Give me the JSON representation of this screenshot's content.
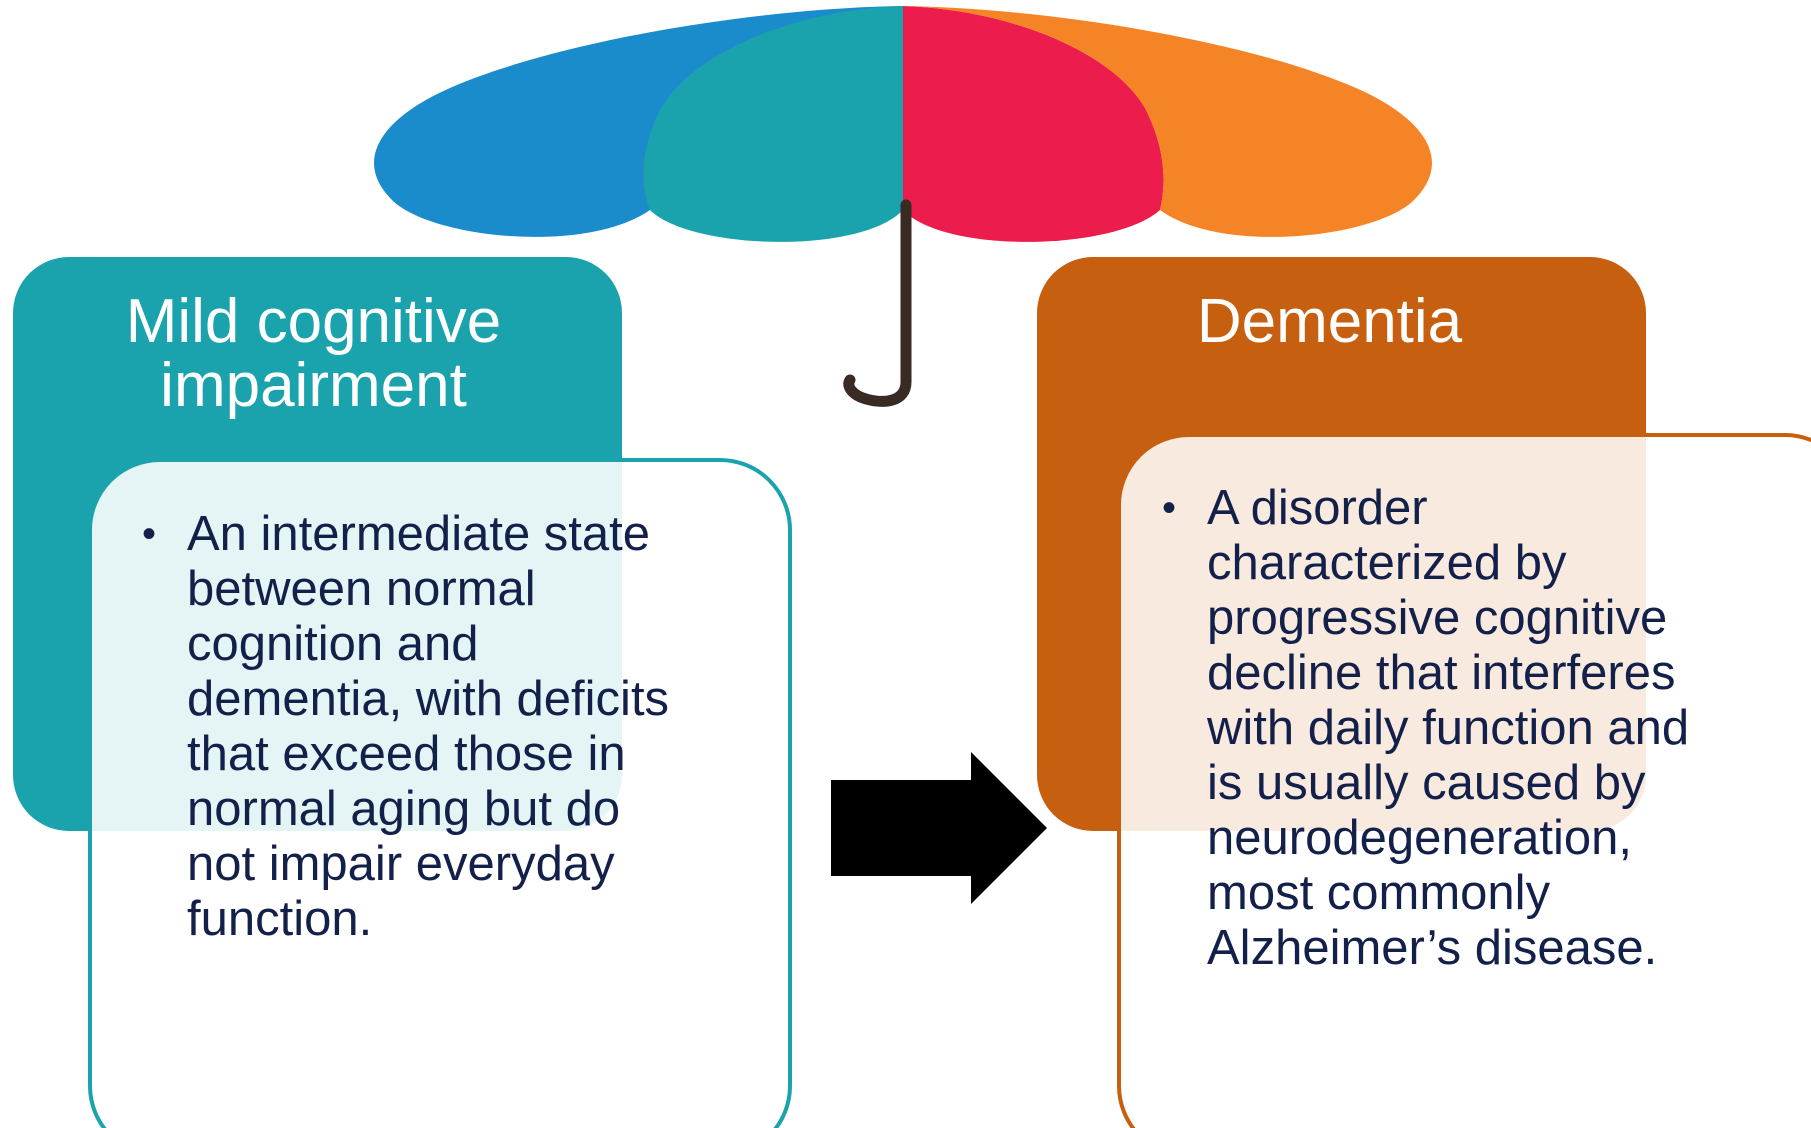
{
  "diagram": {
    "left_card": {
      "title": "Mild cognitive\nimpairment",
      "bullet_marker": "•",
      "bullet": "An intermediate state\nbetween normal\ncognition and\ndementia, with deficits\nthat exceed those in\nnormal aging but do\nnot impair everyday\nfunction.",
      "header_color": "#1aa3ac"
    },
    "right_card": {
      "title": "Dementia",
      "bullet_marker": "•",
      "bullet": " A disorder\ncharacterized by\nprogressive cognitive\ndecline that interferes\nwith daily function and\nis usually caused by\nneurodegeneration,\nmost commonly\nAlzheimer’s disease.",
      "header_color": "#c65f0f"
    },
    "umbrella": {
      "colors": [
        "#1a8ccc",
        "#1aa3ac",
        "#ec1c4d",
        "#f58426"
      ],
      "handle_color": "#3a2a24",
      "icon": "umbrella-icon"
    },
    "arrow": {
      "icon": "right-arrow-icon",
      "color": "#000000"
    }
  }
}
